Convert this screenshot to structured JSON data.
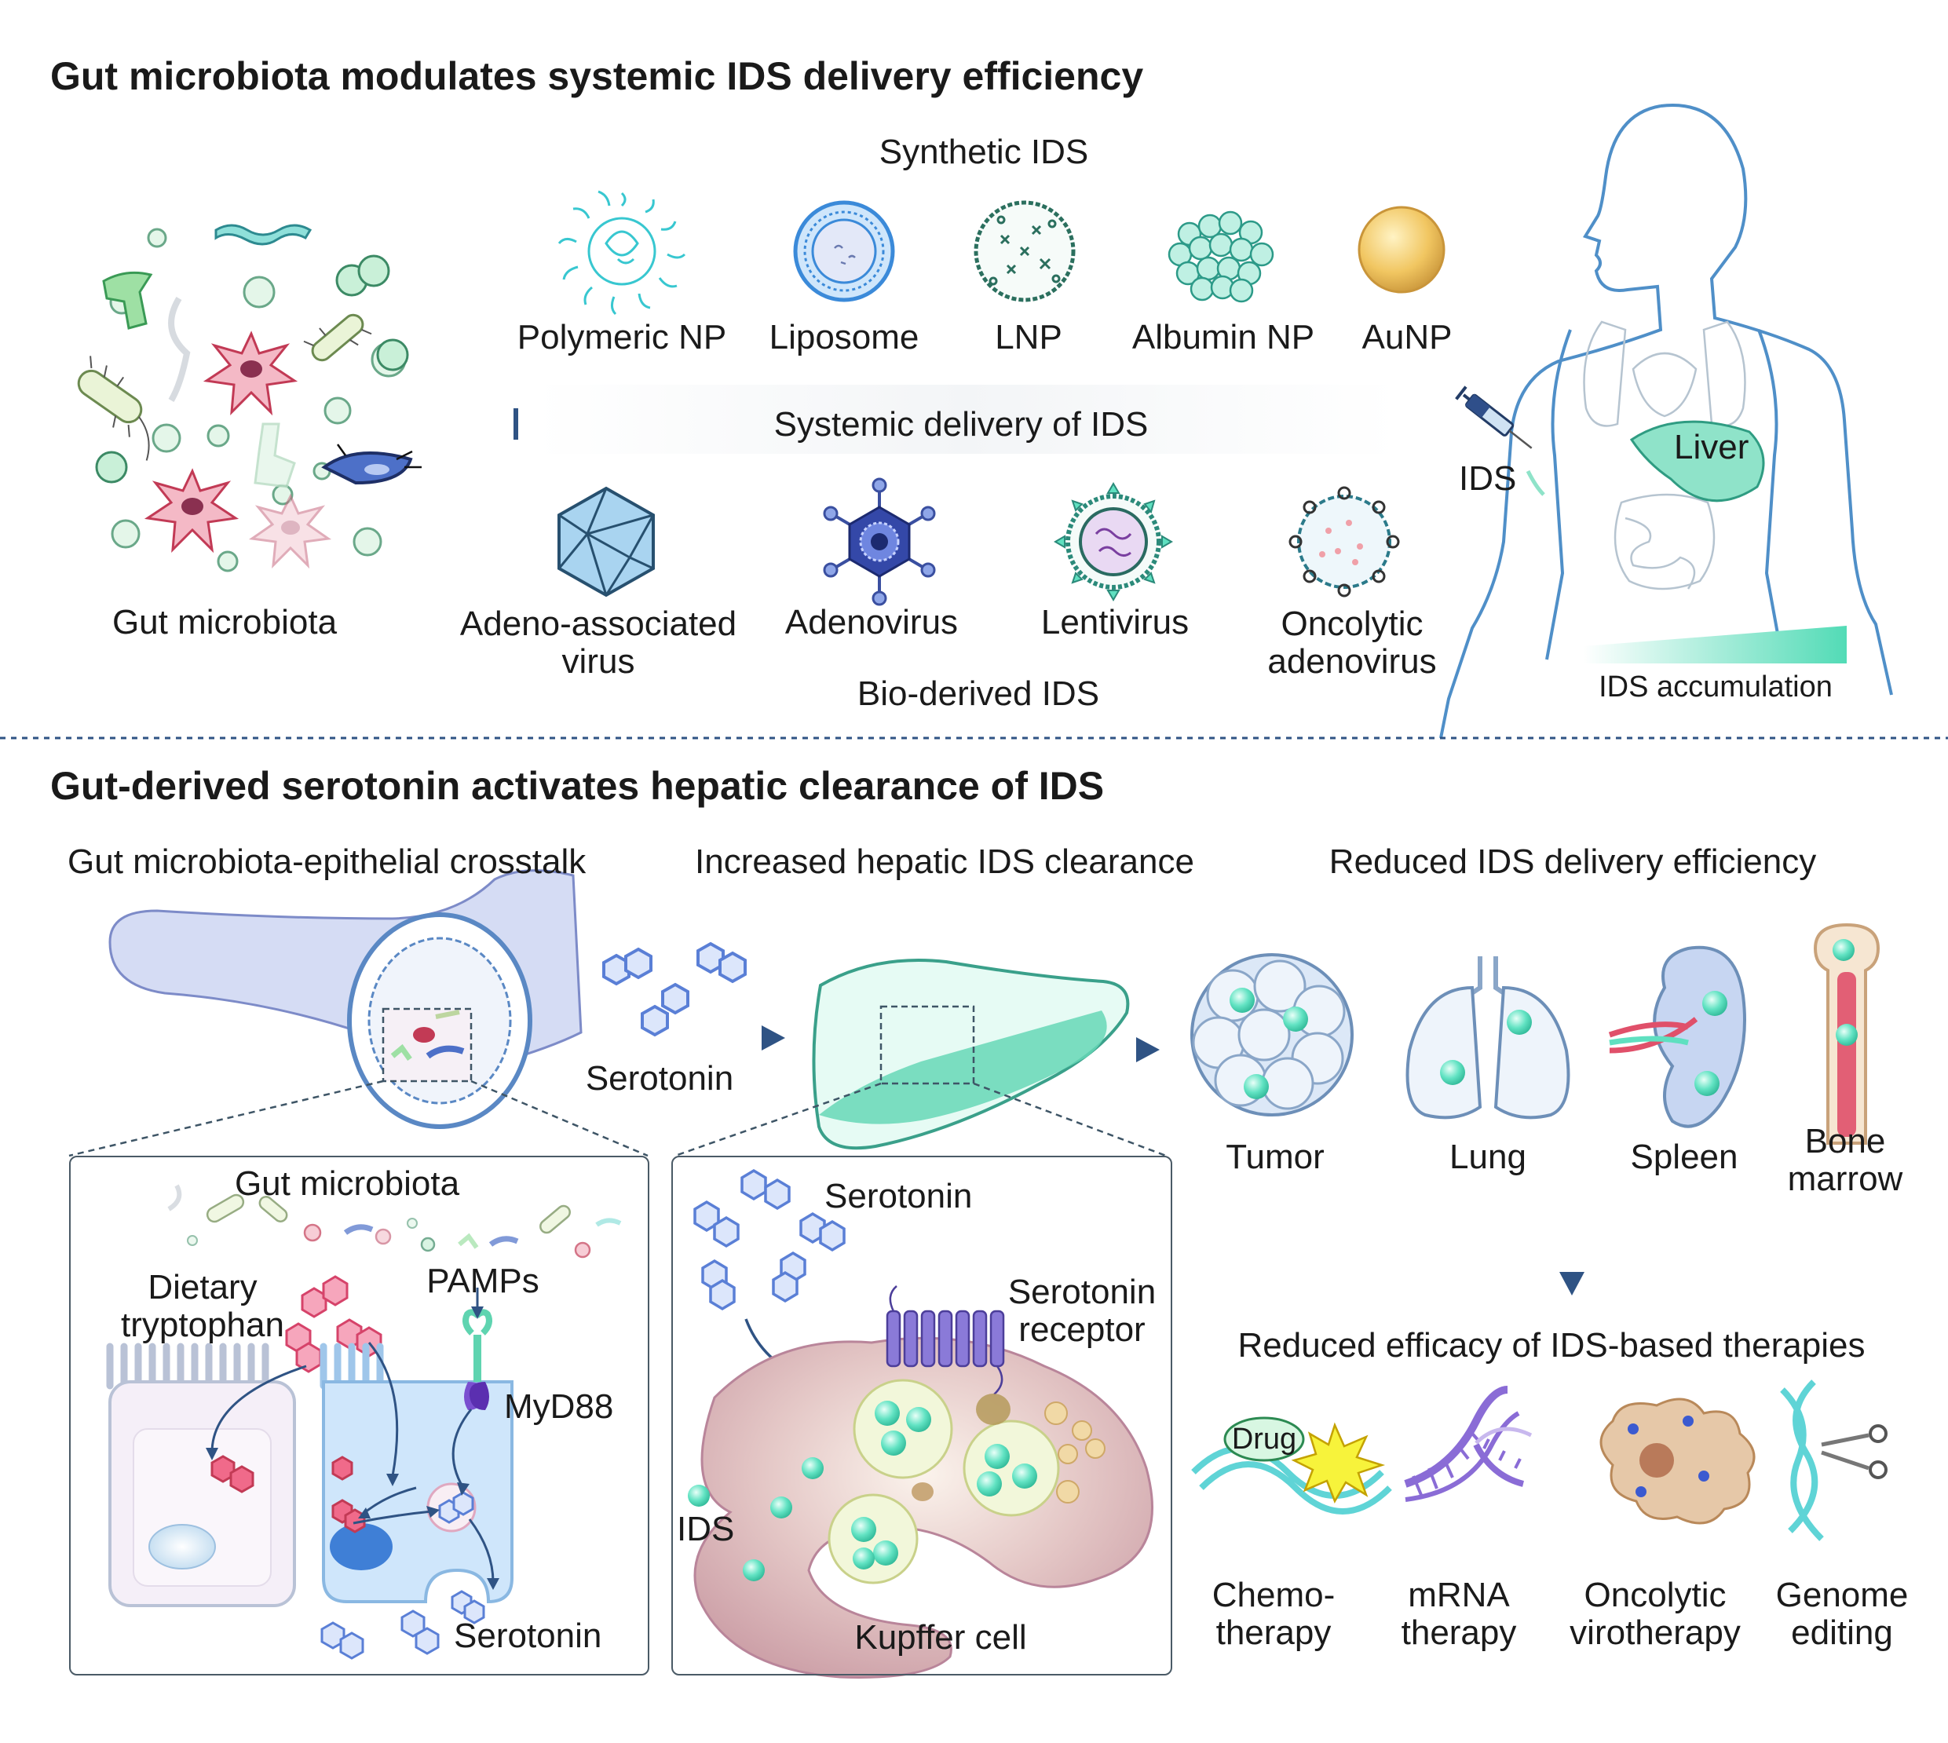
{
  "headings": {
    "top": "Gut microbiota modulates systemic IDS delivery efficiency",
    "bottom": "Gut-derived serotonin activates hepatic clearance of IDS"
  },
  "top": {
    "gut_microbiota": "Gut microbiota",
    "synthetic_ids": "Synthetic IDS",
    "bio_derived_ids": "Bio-derived IDS",
    "systemic_delivery": "Systemic delivery of IDS",
    "synthetic_items": [
      "Polymeric NP",
      "Liposome",
      "LNP",
      "Albumin NP",
      "AuNP"
    ],
    "bio_items": [
      "Adeno-associated\nvirus",
      "Adenovirus",
      "Lentivirus",
      "Oncolytic\nadenovirus"
    ],
    "liver": "Liver",
    "ids": "IDS",
    "ids_accumulation": "IDS accumulation"
  },
  "bottom": {
    "col1_title": "Gut microbiota-epithelial crosstalk",
    "col2_title": "Increased hepatic IDS clearance",
    "col3_title": "Reduced IDS delivery efficiency",
    "serotonin": "Serotonin",
    "inset1": {
      "gut_microbiota": "Gut microbiota",
      "dietary_tryptophan": "Dietary\ntryptophan",
      "pamps": "PAMPs",
      "myd88": "MyD88",
      "serotonin": "Serotonin"
    },
    "inset2": {
      "serotonin": "Serotonin",
      "serotonin_receptor": "Serotonin\nreceptor",
      "ids": "IDS",
      "kupffer_cell": "Kupffer cell"
    },
    "organs": [
      "Tumor",
      "Lung",
      "Spleen",
      "Bone\nmarrow"
    ],
    "reduced_efficacy": "Reduced efficacy of IDS-based therapies",
    "drug": "Drug",
    "therapies": [
      "Chemo-\ntherapy",
      "mRNA\ntherapy",
      "Oncolytic\nvirotherapy",
      "Genome\nediting"
    ]
  },
  "colors": {
    "arrow": "#33577f",
    "ids_particle": "#5fe0c0",
    "serotonin_red": "#e0506a",
    "serotonin_blue": "#5a7fd6",
    "liver_green": "#8fe3c9",
    "outline_blue": "#4f8fc8"
  }
}
